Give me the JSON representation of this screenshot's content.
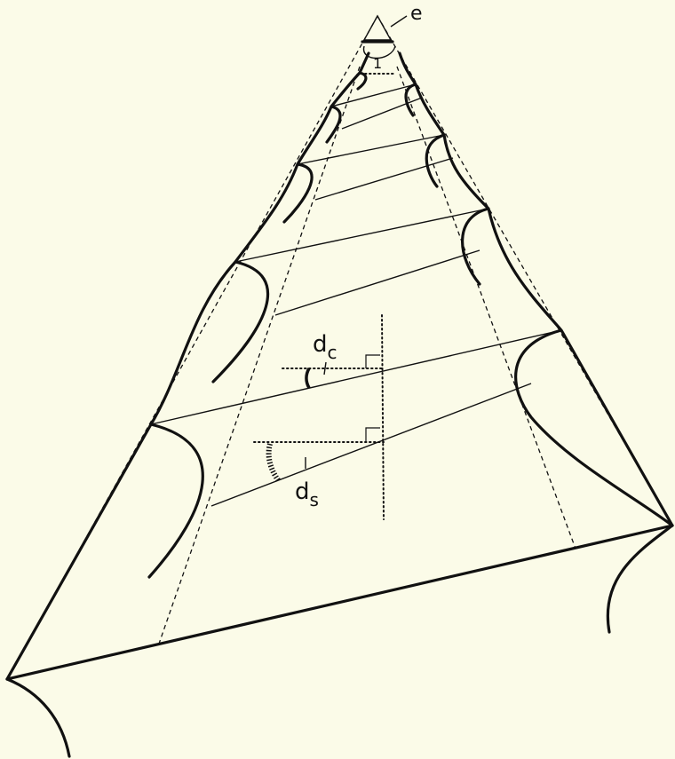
{
  "labels": {
    "apex": "e",
    "first_whorl": "1",
    "dc_main": "d",
    "dc_sub": "c",
    "ds_main": "d",
    "ds_sub": "s"
  },
  "colors": {
    "background": "#fbfbe8",
    "ink": "#111111"
  }
}
